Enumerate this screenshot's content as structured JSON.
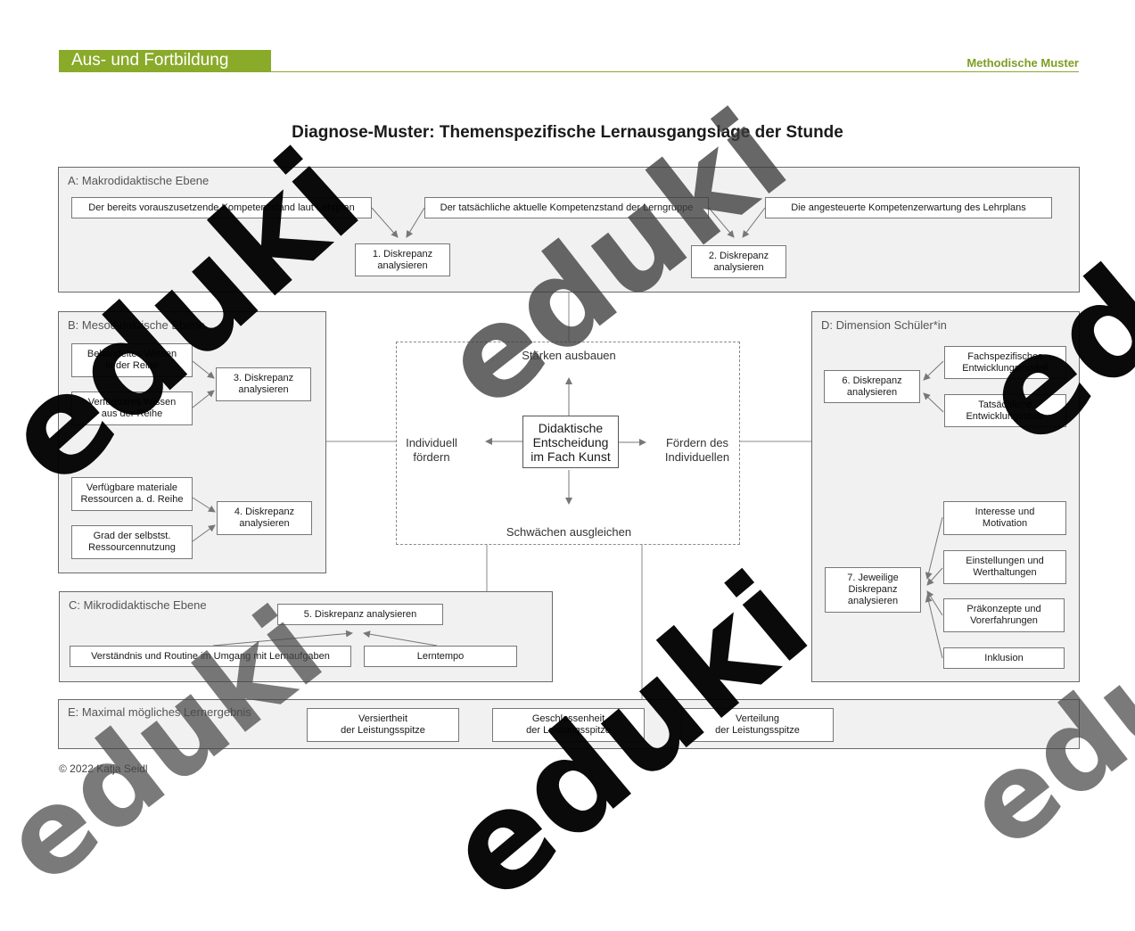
{
  "header": {
    "tab_label": "Aus- und Fortbildung",
    "top_right": "Methodische Muster",
    "title": "Diagnose-Muster: Themenspezifische Lernausgangslage der Stunde"
  },
  "sections": {
    "a": {
      "label": "A:  Makrodidaktische Ebene"
    },
    "b": {
      "label": "B: Mesodidaktische Ebene"
    },
    "c": {
      "label": "C: Mikrodidaktische Ebene"
    },
    "d": {
      "label": "D: Dimension Schüler*in"
    },
    "e": {
      "label": "E: Maximal mögliches Lernergebnis"
    }
  },
  "boxes": {
    "a_req": "Der bereits vorauszusetzende Kompetenzstand laut Lehrplan",
    "a_actual": "Der tatsächliche aktuelle Kompetenzstand der Lerngruppe",
    "a_target": "Die angesteuerte Kompetenzerwartung des Lehrplans",
    "a_d1": "1. Diskrepanz\nanalysieren",
    "a_d2": "2. Diskrepanz\nanalysieren",
    "b_known": "Behandeltes Wissen\nin der Reihe",
    "b_avail": "Verfügbares Wissen\naus der Reihe",
    "b_d3": "3. Diskrepanz\nanalysieren",
    "b_res": "Verfügbare materiale\nRessourcen a. d. Reihe",
    "b_self": "Grad der selbstst.\nRessourcennutzung",
    "b_d4": "4. Diskrepanz\nanalysieren",
    "c_d5": "5. Diskrepanz analysieren",
    "c_routine": "Verständnis und Routine im Umgang mit Lernaufgaben",
    "c_tempo": "Lerntempo",
    "d_model": "Fachspezifisches\nEntwicklungsmodell",
    "d_stage": "Tatsächliche\nEntwicklungsstufe",
    "d_d6": "6. Diskrepanz\nanalysieren",
    "d_interest": "Interesse und\nMotivation",
    "d_attitude": "Einstellungen und\nWerthaltungen",
    "d_precon": "Präkonzepte und\nVorerfahrungen",
    "d_inclusion": "Inklusion",
    "d_d7": "7. Jeweilige\nDiskrepanz\nanalysieren",
    "e_top": "Versiertheit\nder Leistungsspitze",
    "e_mid": "Geschlossenheit\nder Leistungsspitze",
    "e_right": "Verteilung\nder Leistungsspitze",
    "center_decision": "Didaktische\nEntscheidung\nim Fach Kunst"
  },
  "center_labels": {
    "up": "Stärken ausbauen",
    "down": "Schwächen ausgleichen",
    "left": "Individuell\nfördern",
    "right": "Fördern des\nIndividuellen"
  },
  "footer": {
    "copyright": "© 2022 Katja Seidl"
  },
  "watermark": {
    "text": "eduki"
  },
  "colors": {
    "accent": "#8aaa2a",
    "border": "#6a6a6a",
    "section_bg": "#f1f1f1"
  }
}
